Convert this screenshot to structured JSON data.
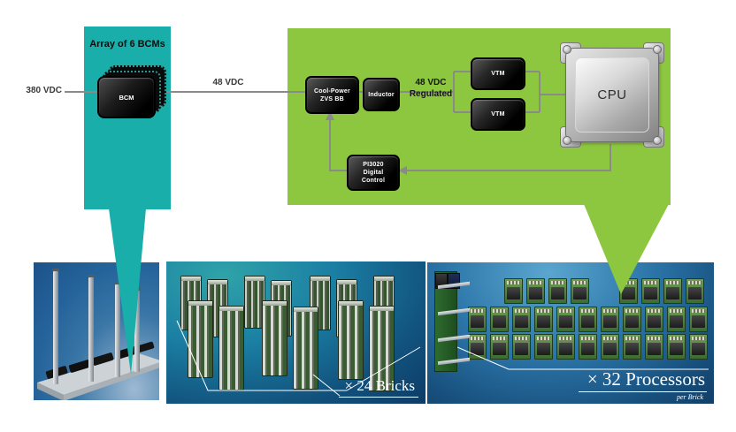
{
  "labels": {
    "input_voltage": "380 VDC",
    "bus_voltage": "48 VDC"
  },
  "bcm_panel": {
    "title": "Array of 6 BCMs",
    "chip": "BCM"
  },
  "power_panel": {
    "buck_boost": "Cool-Power\nZVS BB",
    "inductor": "Inductor",
    "regulated": "48 VDC\nRegulated",
    "vtm_top": "VTM",
    "vtm_bottom": "VTM",
    "cpu": "CPU",
    "controller": "PI3020\nDigital\nControl"
  },
  "photos": {
    "bricks_caption": "× 24 Bricks",
    "processors_caption": "× 32 Processors",
    "processors_subcaption": "per Brick"
  },
  "colors": {
    "teal": "#1aaeaa",
    "green": "#8dc63f",
    "connector_gray": "#8a8a8a",
    "caption_white": "#ffffff"
  }
}
